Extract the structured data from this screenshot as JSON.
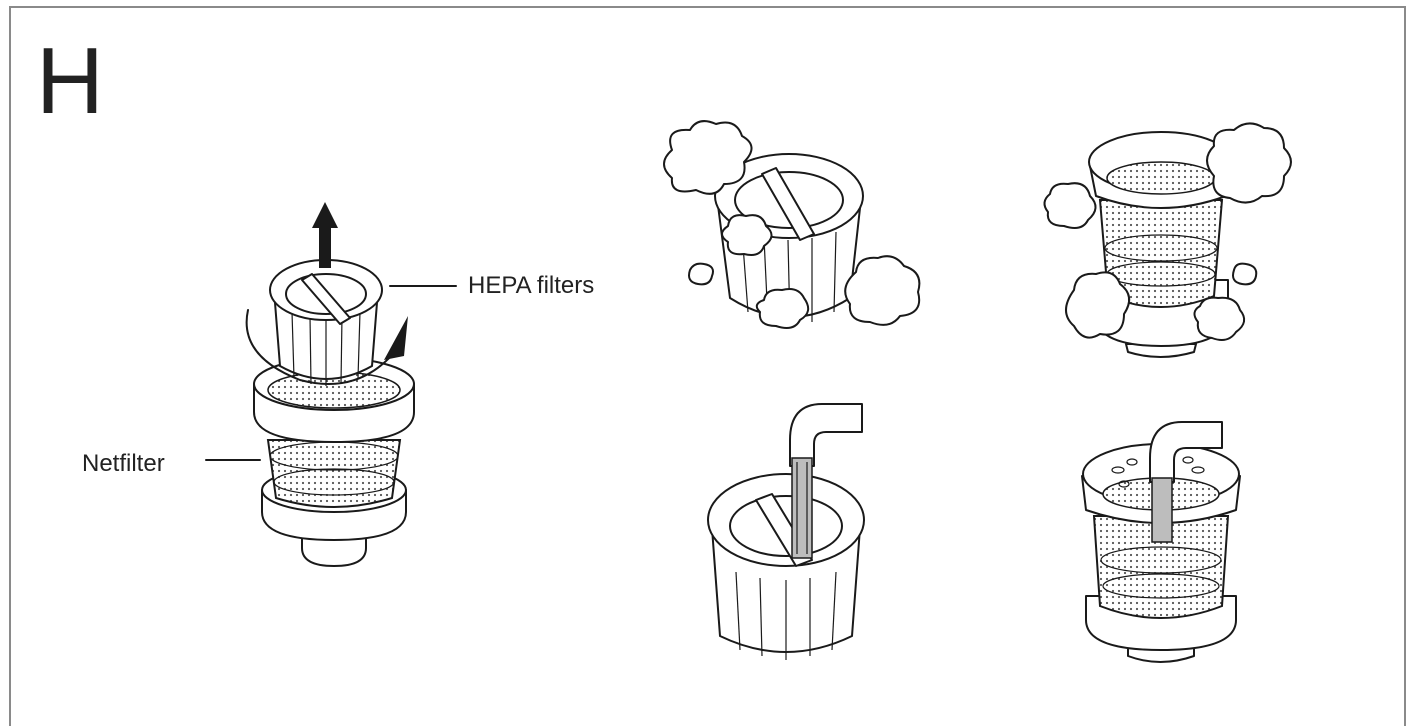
{
  "step": {
    "letter": "H"
  },
  "labels": {
    "hepa_filters": "HEPA filters",
    "netfilter": "Netfilter"
  },
  "colors": {
    "line": "#1a1a1a",
    "frame": "#8a8a8a",
    "background": "#ffffff"
  },
  "icons": [
    "up-arrow-icon",
    "rotate-arrow-icon",
    "dust-cloud-icon",
    "water-tap-icon"
  ]
}
